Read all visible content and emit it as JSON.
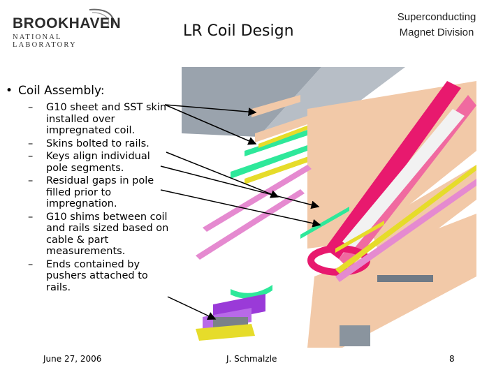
{
  "header": {
    "logo_main": "BROOKHAVEN",
    "logo_sub": "NATIONAL LABORATORY",
    "title": "LR Coil Design",
    "division_line1": "Superconducting",
    "division_line2": "Magnet Division"
  },
  "content": {
    "bullet": "Coil Assembly:",
    "subitems": [
      "G10 sheet and SST skin installed over impregnated coil.",
      "Skins bolted to rails.",
      "Keys align individual pole segments.",
      "Residual gaps in pole filled prior to impregnation.",
      "G10 shims between coil and rails sized based on cable & part measurements.",
      "Ends contained by pushers attached to rails."
    ]
  },
  "footer": {
    "date": "June 27, 2006",
    "author": "J. Schmalzle",
    "page": "8"
  },
  "colors": {
    "salmon": "#f2c9a8",
    "magenta": "#e8196e",
    "green": "#2ee89a",
    "yellow": "#e6dc2a",
    "pink": "#e58ad0",
    "gray": "#9aa3ad",
    "purple": "#9a3ad8"
  }
}
